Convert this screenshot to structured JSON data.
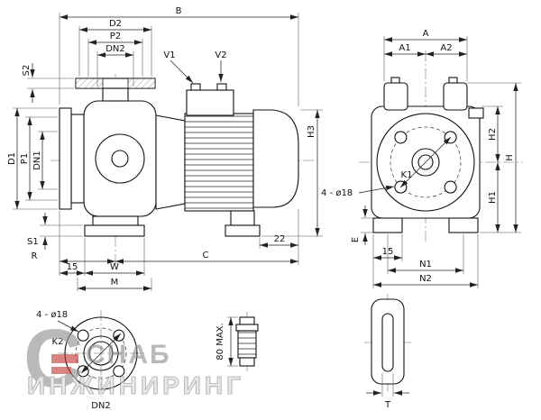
{
  "drawing": {
    "main_view": {
      "b": "B",
      "d2": "D2",
      "p2": "P2",
      "dn2": "DN2",
      "s2": "S2",
      "v1": "V1",
      "v2": "V2",
      "d1": "D1",
      "p1": "P1",
      "dn1": "DN1",
      "h3": "H3",
      "s1": "S1",
      "r": "R",
      "dim15": "15",
      "w": "W",
      "m": "M",
      "c": "C",
      "dim22": "22"
    },
    "end_view": {
      "a": "A",
      "a1": "A1",
      "a2": "A2",
      "h": "H",
      "h1": "H1",
      "h2": "H2",
      "k1": "K1",
      "bolt_holes": "4 - ø18",
      "e": "E",
      "dim15": "15",
      "n1": "N1",
      "n2": "N2"
    },
    "flange_view": {
      "bolt_holes": "4 - ø18",
      "k2": "K2",
      "title": "DN2"
    },
    "gland_view": {
      "max_height": "80 MAX."
    },
    "slot_view": {
      "t": "T"
    }
  },
  "watermark": {
    "letter": "С",
    "name": "СНАБ",
    "caption": "ИНЖИНИРИНГ"
  },
  "colors": {
    "line": "#111111",
    "watermark_gray": "#8f8f8f",
    "watermark_red": "#c23a33"
  }
}
